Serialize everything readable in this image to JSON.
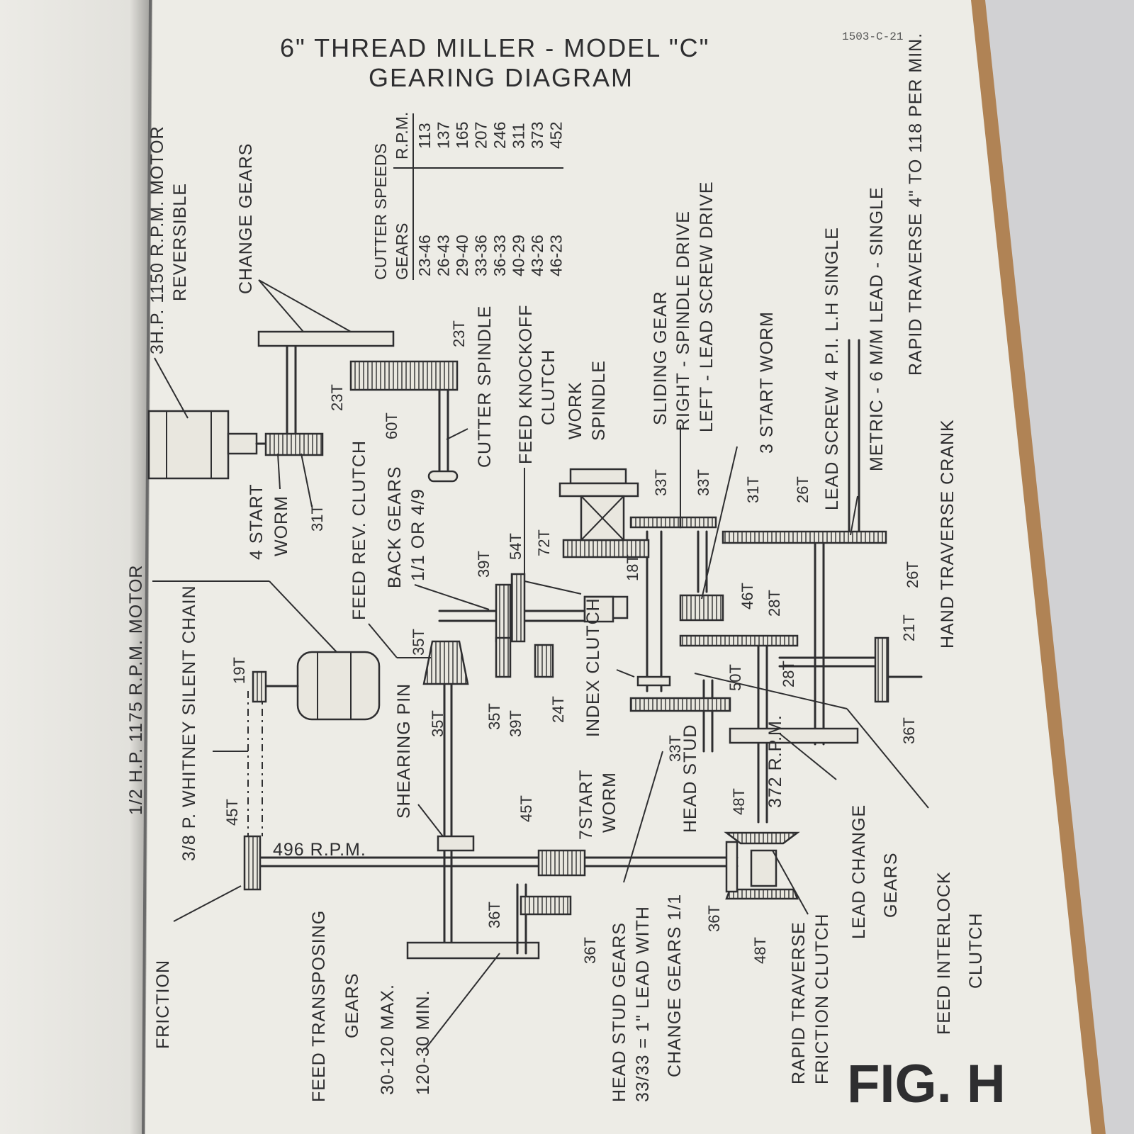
{
  "document": {
    "doc_number": "1503-C-21",
    "title_line1": "6\" THREAD MILLER - MODEL \"C\"",
    "title_line2": "GEARING DIAGRAM",
    "figure_label": "FIG. H"
  },
  "cutter_speeds": {
    "heading": "CUTTER SPEEDS",
    "col_gears": "GEARS",
    "col_rpm": "R.P.M.",
    "rows": [
      {
        "gears": "23-46",
        "rpm": "113"
      },
      {
        "gears": "26-43",
        "rpm": "137"
      },
      {
        "gears": "29-40",
        "rpm": "165"
      },
      {
        "gears": "33-36",
        "rpm": "207"
      },
      {
        "gears": "36-33",
        "rpm": "246"
      },
      {
        "gears": "40-29",
        "rpm": "311"
      },
      {
        "gears": "43-26",
        "rpm": "373"
      },
      {
        "gears": "46-23",
        "rpm": "452"
      }
    ]
  },
  "labels": {
    "motor_3hp": "3H.P. 1150 R.P.M. MOTOR",
    "reversible": "REVERSIBLE",
    "change_gears": "CHANGE GEARS",
    "motor_half": "1/2 H.P. 1175 R.P.M. MOTOR",
    "chain": "3/8 P. WHITNEY SILENT CHAIN",
    "friction": "FRICTION",
    "feed_transposing": "FEED TRANSPOSING",
    "feed_transposing_gears": "GEARS",
    "range_max": "30-120 MAX.",
    "range_min": "120-30 MIN.",
    "worm_4start_a": "4 START",
    "worm_4start_b": "WORM",
    "feed_rev_clutch": "FEED REV. CLUTCH",
    "back_gears": "BACK GEARS",
    "back_gears_ratio": "1/1 OR 4/9",
    "shearing_pin": "SHEARING PIN",
    "cutter_spindle": "CUTTER SPINDLE",
    "feed_knockoff_a": "FEED KNOCKOFF",
    "feed_knockoff_b": "CLUTCH",
    "work_spindle_a": "WORK",
    "work_spindle_b": "SPINDLE",
    "index_clutch": "INDEX CLUTCH",
    "worm_7start_a": "7START",
    "worm_7start_b": "WORM",
    "head_stud_gears": "HEAD STUD GEARS",
    "head_stud_ratio": "33/33 = 1\" LEAD WITH",
    "head_stud_change": "CHANGE GEARS 1/1",
    "head_stud": "HEAD STUD",
    "sliding_gear": "SLIDING GEAR",
    "right_drive": "RIGHT - SPINDLE DRIVE",
    "left_drive": "LEFT - LEAD SCREW DRIVE",
    "worm_3start": "3 START WORM",
    "lead_screw": "LEAD SCREW 4 P.I. L.H SINGLE",
    "metric": "METRIC - 6 M/M LEAD - SINGLE",
    "rapid_traverse": "RAPID TRAVERSE 4\" TO 118 PER MIN.",
    "hand_traverse_crank": "HAND TRAVERSE CRANK",
    "lead_change_a": "LEAD CHANGE",
    "lead_change_b": "GEARS",
    "rapid_clutch_a": "RAPID TRAVERSE",
    "rapid_clutch_b": "FRICTION CLUTCH",
    "interlock_a": "FEED INTERLOCK",
    "interlock_b": "CLUTCH",
    "rpm_496": "496 R.P.M.",
    "rpm_372": "372 R.P.M."
  },
  "teeth": {
    "t23a": "23T",
    "t23b": "23T",
    "t60": "60T",
    "t31a": "31T",
    "t19": "19T",
    "t45a": "45T",
    "t35a": "35T",
    "t35b": "35T",
    "t35c": "35T",
    "t39a": "39T",
    "t39b": "39T",
    "t54": "54T",
    "t24": "24T",
    "t72": "72T",
    "t18": "18T",
    "t33a": "33T",
    "t33b": "33T",
    "t33c": "33T",
    "t31b": "31T",
    "t26a": "26T",
    "t26b": "26T",
    "t46": "46T",
    "t28a": "28T",
    "t28b": "28T",
    "t50": "50T",
    "t21": "21T",
    "t36a": "36T",
    "t45b": "45T",
    "t36b": "36T",
    "t36c": "36T",
    "t48a": "48T",
    "t36d": "36T",
    "t48b": "48T"
  }
}
